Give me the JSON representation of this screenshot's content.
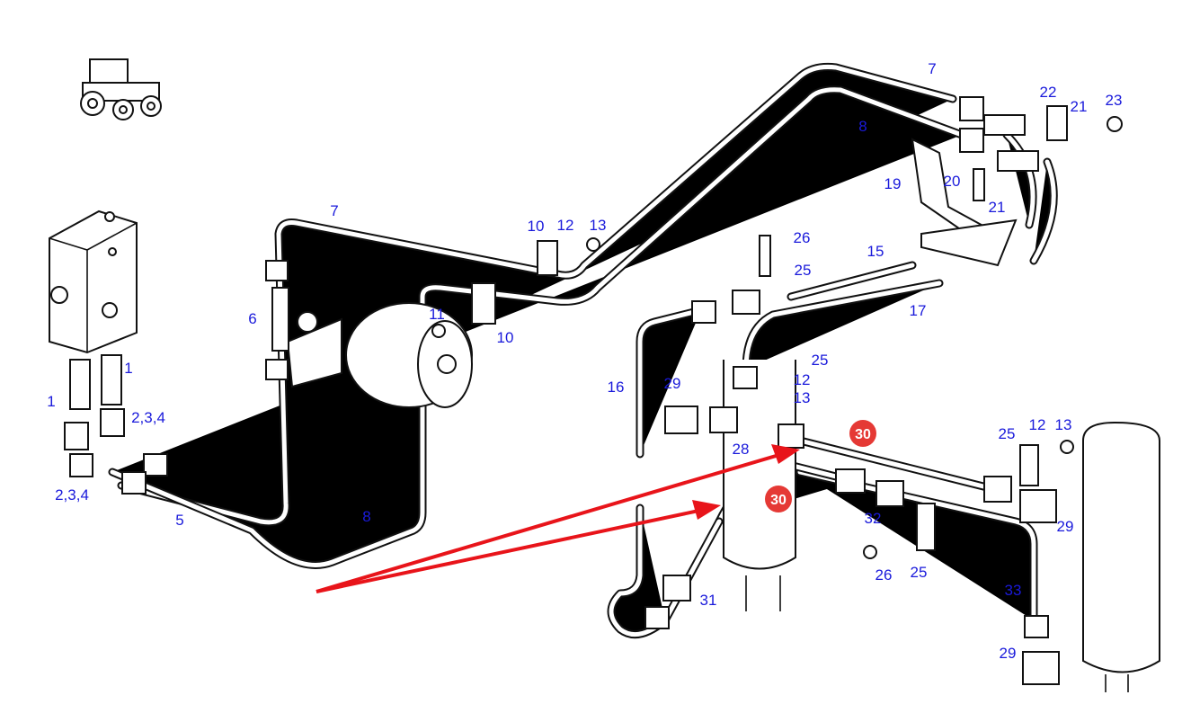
{
  "labels": [
    "7",
    "22",
    "21",
    "23",
    "8",
    "19",
    "20",
    "21",
    "7",
    "10",
    "12",
    "13",
    "26",
    "15",
    "25",
    "17",
    "6",
    "11",
    "10",
    "1",
    "16",
    "25",
    "12",
    "13",
    "29",
    "1",
    "2,3,4",
    "28",
    "25",
    "12",
    "13",
    "2,3,4",
    "5",
    "8",
    "32",
    "29",
    "26",
    "25",
    "33",
    "31",
    "29"
  ],
  "callouts": [
    "30",
    "30"
  ],
  "colors": {
    "label": "#1a1adb",
    "callout": "#e53935",
    "arrow": "#e8141a",
    "line": "#111111"
  },
  "icons": [
    "tractor-icon"
  ]
}
